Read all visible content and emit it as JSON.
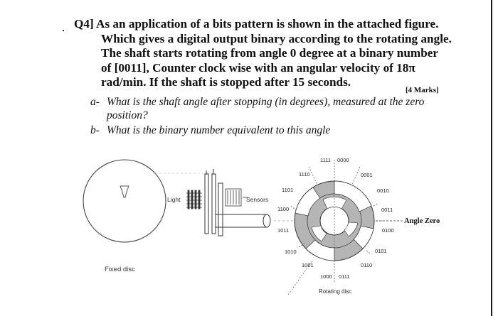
{
  "question": {
    "bullet": "·",
    "lines": [
      "Q4] As an application of a bits pattern is shown in the attached figure.",
      "Which gives a digital output binary according to the rotating angle.",
      "The shaft starts rotating from angle 0 degree at a binary number",
      "of [0011], Counter clock wise with an angular velocity of 18π",
      "rad/min. If the shaft is stopped after 15 seconds."
    ],
    "marks": "[4 Marks]",
    "sub_a": {
      "label": "a-",
      "line1": "What is the shaft angle after stopping (in degrees), measured at the zero",
      "line2": "position?"
    },
    "sub_b": {
      "label": "b-",
      "text": "What is the binary number equivalent to this angle"
    }
  },
  "figure": {
    "fixed_disc_label": "Fixed disc",
    "light_label": "Light",
    "sensors_label": "Sensors",
    "rotating_disc_label": "Rotating disc",
    "angle_zero_label": "Angle Zero",
    "codes": [
      "0000",
      "0001",
      "0010",
      "0011",
      "0100",
      "0101",
      "0110",
      "0111",
      "1000",
      "1001",
      "1010",
      "1011",
      "1100",
      "1101",
      "1110",
      "1111"
    ]
  }
}
